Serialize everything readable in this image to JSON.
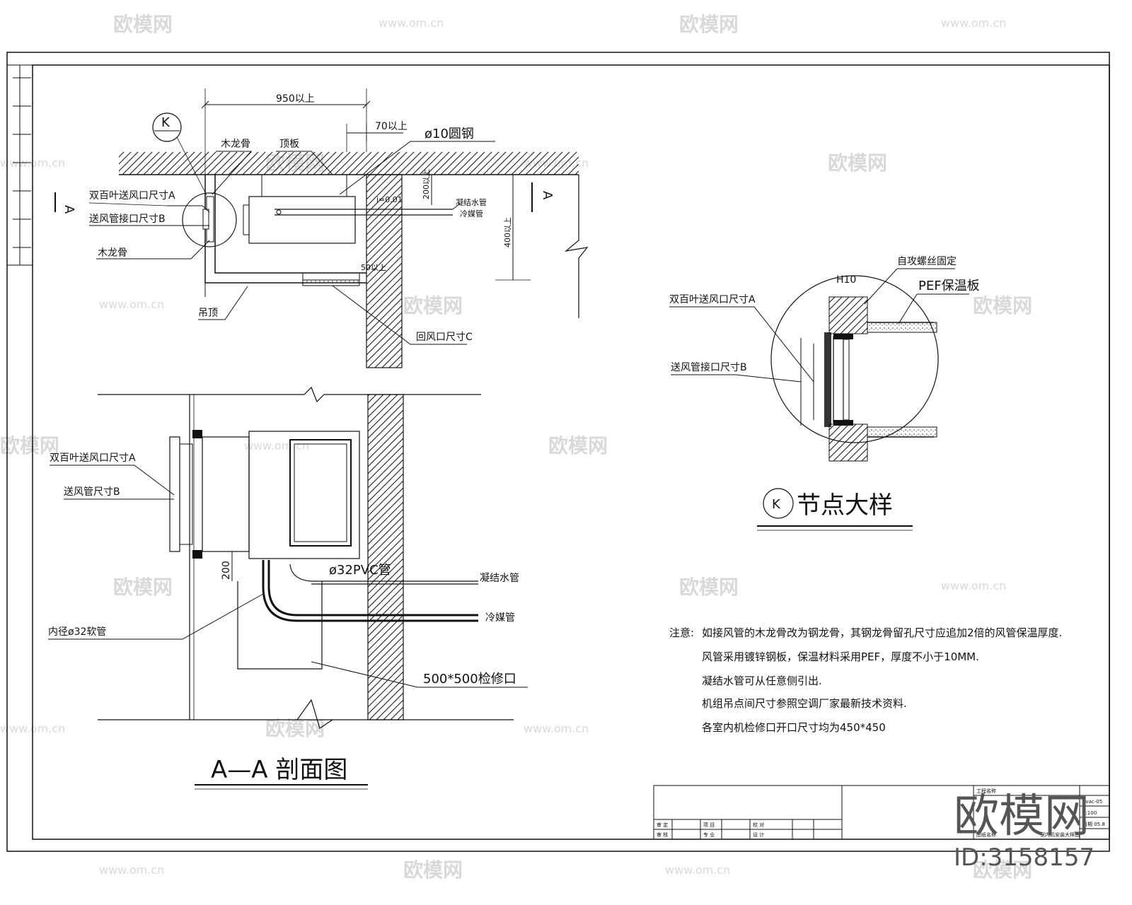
{
  "labels": {
    "dim_950": "950以上",
    "dim_70": "70以上",
    "dim_200_top": "200以上",
    "dim_400": "400以上",
    "dim_50": "50以上",
    "dim_200_bottom": "200",
    "slope": "i=0.01",
    "steel_bar": "ø10圆钢",
    "wood_keel_top": "木龙骨",
    "ceiling_slab": "顶板",
    "louver_a_top": "双百叶送风口尺寸A",
    "duct_b_top": "送风管接口尺寸B",
    "wood_keel_left": "木龙骨",
    "condensate_top": "凝结水管",
    "refrigerant_top": "冷媒管",
    "suspended_ceiling": "吊顶",
    "return_c": "回风口尺寸C",
    "section_mark_a": "A",
    "detail_mark_k": "K",
    "louver_a_sec": "双百叶送风口尺寸A",
    "duct_b_sec": "送风管尺寸B",
    "pvc_pipe": "ø32PVC管",
    "condensate_sec": "凝结水管",
    "refrigerant_sec": "冷媒管",
    "hose": "内径ø32软管",
    "access_panel": "500*500检修口",
    "section_title": "A—A 剖面图",
    "screw_fix": "自攻螺丝固定",
    "h10": "H10",
    "pef_board": "PEF保温板",
    "louver_a_k": "双百叶送风口尺寸A",
    "duct_b_k": "送风管接口尺寸B",
    "detail_title": "节点大样"
  },
  "notes": {
    "heading": "注意:",
    "lines": [
      "如接风管的木龙骨改为钢龙骨，其钢龙骨留孔尺寸应追加2倍的风管保温厚度.",
      "风管采用镀锌钢板，保温材料采用PEF，厚度不小于10MM.",
      "凝结水管可从任意侧引出.",
      "机组吊点间尺寸参照空调厂家最新技术资料.",
      "各室内机检修口开口尺寸均为450*450"
    ]
  },
  "title_block": {
    "c1": "审 定",
    "c2": "审 核",
    "c3": "项 目",
    "c4": "专 业",
    "c5": "校 对",
    "c6": "设 计",
    "c7": "工程名称",
    "c8": "图纸名称",
    "drawing_no": "hvac-05",
    "scale": "1:100",
    "date": "日期 05.8",
    "sheet_title": "室内机安装大样图"
  },
  "watermark": {
    "brand": "欧模网",
    "url": "www.om.cn",
    "id": "ID:3158157"
  }
}
